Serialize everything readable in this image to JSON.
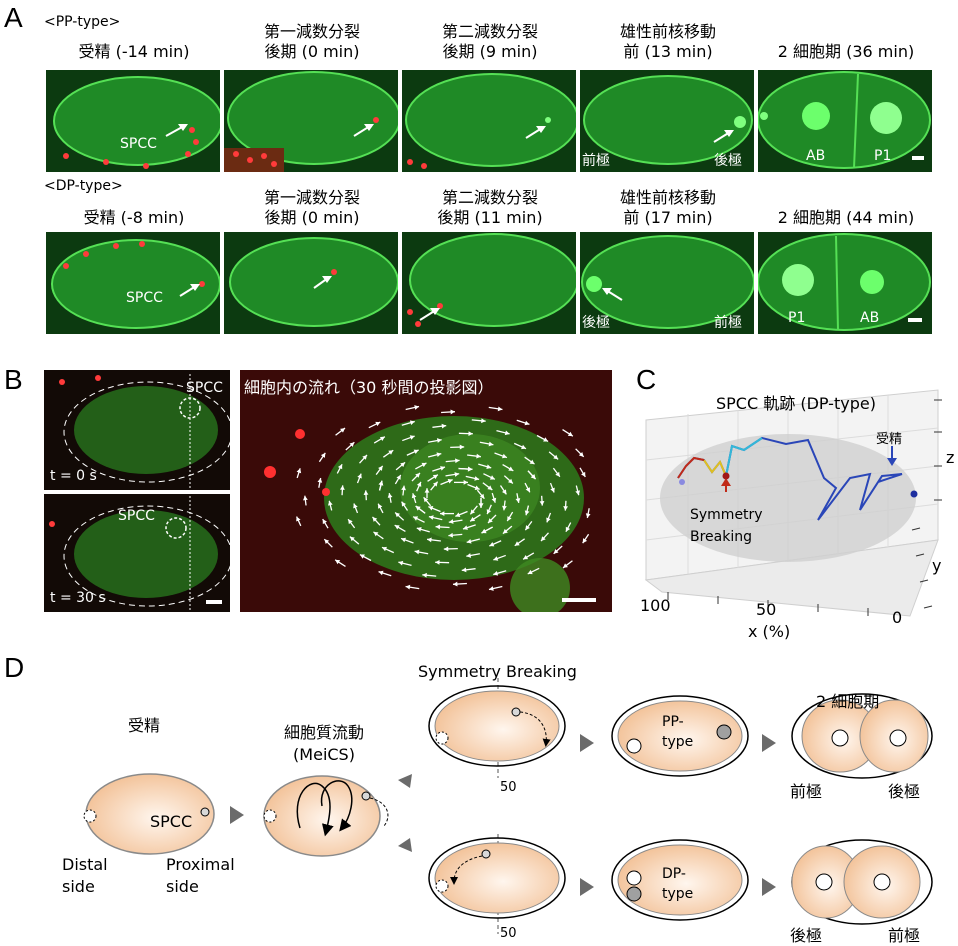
{
  "panels": {
    "A": "A",
    "B": "B",
    "C": "C",
    "D": "D"
  },
  "panelA": {
    "pp_tag": "<PP-type>",
    "dp_tag": "<DP-type>",
    "pp_captions": [
      "受精 (-14 min)",
      "第一減数分裂\n後期 (0 min)",
      "第二減数分裂\n後期 (9 min)",
      "雄性前核移動\n前 (13 min)",
      "2 細胞期 (36 min)"
    ],
    "dp_captions": [
      "受精 (-8 min)",
      "第一減数分裂\n後期 (0 min)",
      "第二減数分裂\n後期 (11 min)",
      "雄性前核移動\n前 (17 min)",
      "2 細胞期 (44 min)"
    ],
    "pp_image_labels": {
      "spcc": "SPCC",
      "anterior": "前極",
      "posterior": "後極",
      "ab": "AB",
      "p1": "P1"
    },
    "dp_image_labels": {
      "spcc": "SPCC",
      "posterior": "後極",
      "anterior": "前極",
      "p1": "P1",
      "ab": "AB"
    }
  },
  "panelB": {
    "top_time": "t = 0 s",
    "bottom_time": "t = 30 s",
    "spcc_top": "SPCC",
    "spcc_bottom": "SPCC",
    "flow_title": "細胞内の流れ（30 秒間の投影図）"
  },
  "panelC": {
    "title": "SPCC 軌跡 (DP-type)",
    "fert": "受精",
    "symmetry": "Symmetry\nBreaking",
    "z": "z",
    "y": "y",
    "y0": "0",
    "x100": "100",
    "x50": "50",
    "xlabel": "x (%)"
  },
  "panelD": {
    "fert": "受精",
    "spcc": "SPCC",
    "distal": "Distal\nside",
    "proximal": "Proximal\nside",
    "meics": "細胞質流動\n(MeiCS)",
    "symmetry": "Symmetry Breaking",
    "fifty_top": "50",
    "fifty_bottom": "50",
    "pp": "PP-\ntype",
    "dp": "DP-\ntype",
    "two_cell": "2 細胞期",
    "top_left_pole": "前極",
    "top_right_pole": "後極",
    "bottom_left_pole": "後極",
    "bottom_right_pole": "前極"
  },
  "colors": {
    "embryo_fill": "#f5c9a3",
    "green": "#2fbf2f",
    "red": "#e02020",
    "arrow_gray": "#6b6b6b"
  }
}
